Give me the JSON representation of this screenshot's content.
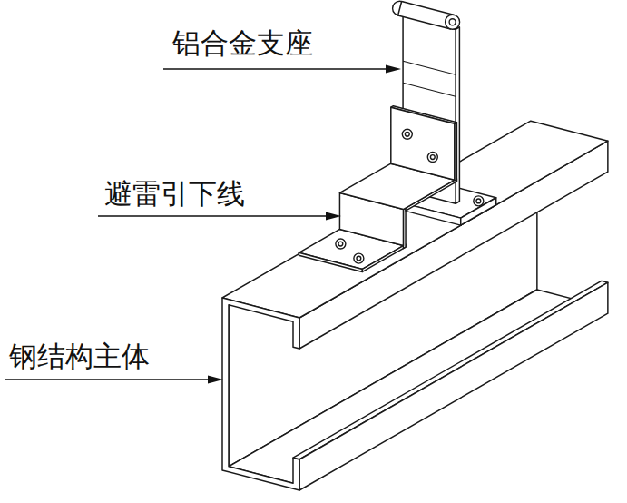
{
  "diagram": {
    "labels": [
      "铝合金支座",
      "避雷引下线",
      "钢结构主体"
    ]
  }
}
